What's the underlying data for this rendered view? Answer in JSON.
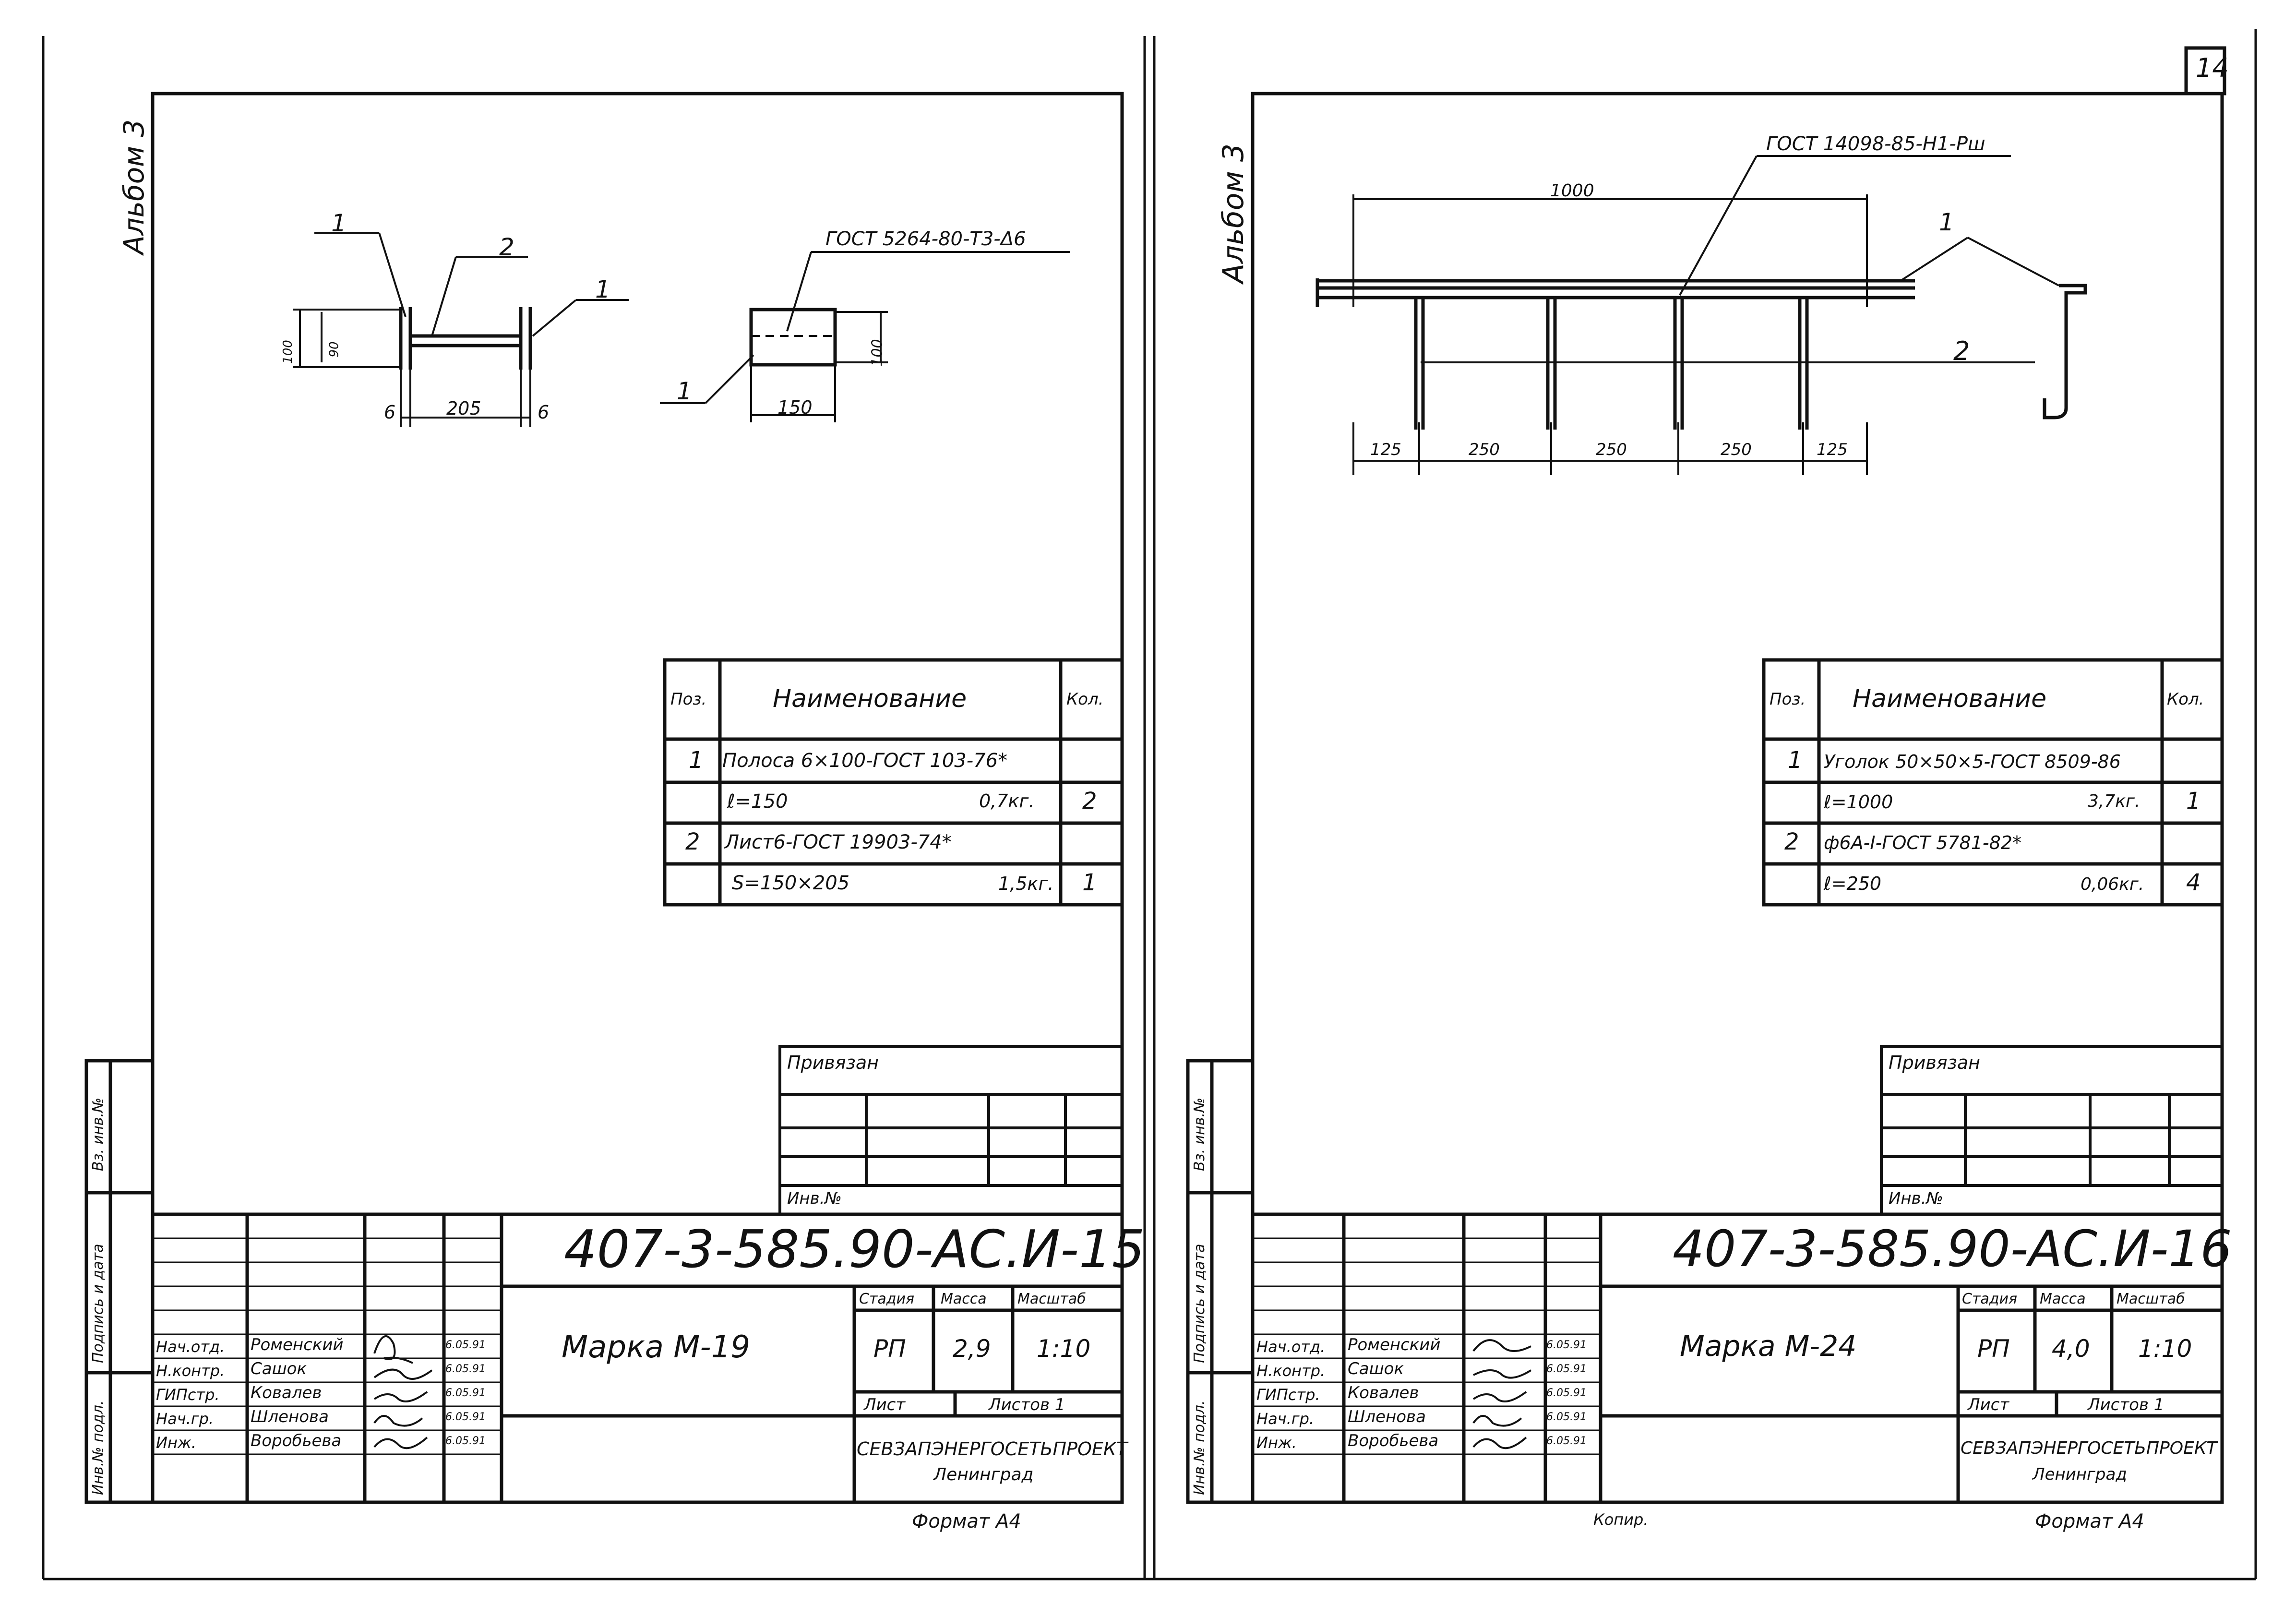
{
  "sheets": [
    {
      "album": "Альбом 3",
      "stamp_left": "Альбом 3",
      "gost_weld": "ГОСТ 5264-80-Т3-Δ6",
      "dims": {
        "h100": "100",
        "h90": "90",
        "t6a": "6",
        "w205": "205",
        "t6b": "6",
        "w150": "150",
        "h100b": "100"
      },
      "leaders": {
        "p1a": "1",
        "p2": "2",
        "p1b": "1",
        "p1c": "1"
      },
      "spec": {
        "headers": {
          "pos": "Поз.",
          "name": "Наименование",
          "qty": "Кол."
        },
        "rows": [
          {
            "pos": "1",
            "name": "Полоса 6×100-ГОСТ 103-76*",
            "mass": "",
            "qty": ""
          },
          {
            "pos": "",
            "name": "ℓ=150",
            "mass": "0,7кг.",
            "qty": "2"
          },
          {
            "pos": "2",
            "name": "Лист6-ГОСТ 19903-74*",
            "mass": "",
            "qty": ""
          },
          {
            "pos": "",
            "name": "S=150×205",
            "mass": "1,5кг.",
            "qty": "1"
          }
        ]
      },
      "privyazan": "Привязан",
      "inv_no": "Инв.№",
      "side_labels": {
        "vz": "Вз. инв.№",
        "podp": "Подпись и дата",
        "inv": "Инв.№ подл."
      },
      "doc_code": "407-3-585.90-АС.И-15",
      "title": "Марка М-19",
      "stage_h": "Стадия",
      "mass_h": "Масса",
      "scale_h": "Масштаб",
      "stage": "РП",
      "mass": "2,9",
      "scale": "1:10",
      "list": "Лист",
      "lists": "Листов 1",
      "org": "СЕВЗАПЭНЕРГОСЕТЬПРОЕКТ",
      "city": "Ленинград",
      "people": [
        {
          "role": "Нач.отд.",
          "name": "Роменский",
          "date": "6.05.91"
        },
        {
          "role": "Н.контр.",
          "name": "Сашок",
          "date": "6.05.91"
        },
        {
          "role": "ГИПстр.",
          "name": "Ковалев",
          "date": "6.05.91"
        },
        {
          "role": "Нач.гр.",
          "name": "Шленова",
          "date": "6.05.91"
        },
        {
          "role": "Инж.",
          "name": "Воробьева",
          "date": "6.05.91"
        }
      ],
      "format": "Формат А4"
    },
    {
      "album": "Альбом 3",
      "sheet_no": "14",
      "gost_pipe": "ГОСТ 14098-85-Н1-Рш",
      "dims": {
        "d1000": "1000",
        "d125a": "125",
        "d250a": "250",
        "d250b": "250",
        "d250c": "250",
        "d125b": "125"
      },
      "leaders": {
        "p1": "1",
        "p2": "2"
      },
      "spec": {
        "headers": {
          "pos": "Поз.",
          "name": "Наименование",
          "qty": "Кол."
        },
        "rows": [
          {
            "pos": "1",
            "name": "Уголок 50×50×5-ГОСТ 8509-86",
            "mass": "",
            "qty": ""
          },
          {
            "pos": "",
            "name": "ℓ=1000",
            "mass": "3,7кг.",
            "qty": "1"
          },
          {
            "pos": "2",
            "name": "ф6А-I-ГОСТ 5781-82*",
            "mass": "",
            "qty": ""
          },
          {
            "pos": "",
            "name": "ℓ=250",
            "mass": "0,06кг.",
            "qty": "4"
          }
        ]
      },
      "privyazan": "Привязан",
      "inv_no": "Инв.№",
      "side_labels": {
        "vz": "Вз. инв.№",
        "podp": "Подпись и дата",
        "inv": "Инв.№ подл."
      },
      "doc_code": "407-3-585.90-АС.И-16",
      "title": "Марка М-24",
      "stage_h": "Стадия",
      "mass_h": "Масса",
      "scale_h": "Масштаб",
      "stage": "РП",
      "mass": "4,0",
      "scale": "1:10",
      "list": "Лист",
      "lists": "Листов 1",
      "org": "СЕВЗАПЭНЕРГОСЕТЬПРОЕКТ",
      "city": "Ленинград",
      "people": [
        {
          "role": "Нач.отд.",
          "name": "Роменский",
          "date": "6.05.91"
        },
        {
          "role": "Н.контр.",
          "name": "Сашок",
          "date": "6.05.91"
        },
        {
          "role": "ГИПстр.",
          "name": "Ковалев",
          "date": "6.05.91"
        },
        {
          "role": "Нач.гр.",
          "name": "Шленова",
          "date": "6.05.91"
        },
        {
          "role": "Инж.",
          "name": "Воробьева",
          "date": "6.05.91"
        }
      ],
      "copied": "Копир.",
      "format": "Формат А4"
    }
  ]
}
